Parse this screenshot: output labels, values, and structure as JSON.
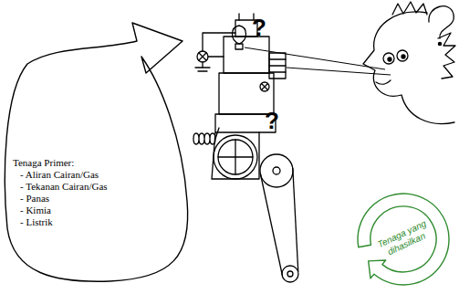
{
  "diagram": {
    "nodes": [
      {
        "text": [
          "Tenaga Primer:",
          "- Aliran Cairan/Gas",
          "- Tekanan Cairan/Gas",
          "- Panas",
          "- Kimia",
          "- Listrik"
        ]
      },
      {
        "text": [
          "Tenaga yang dihasilkan"
        ]
      }
    ],
    "labels": [
      "?",
      "?"
    ]
  }
}
